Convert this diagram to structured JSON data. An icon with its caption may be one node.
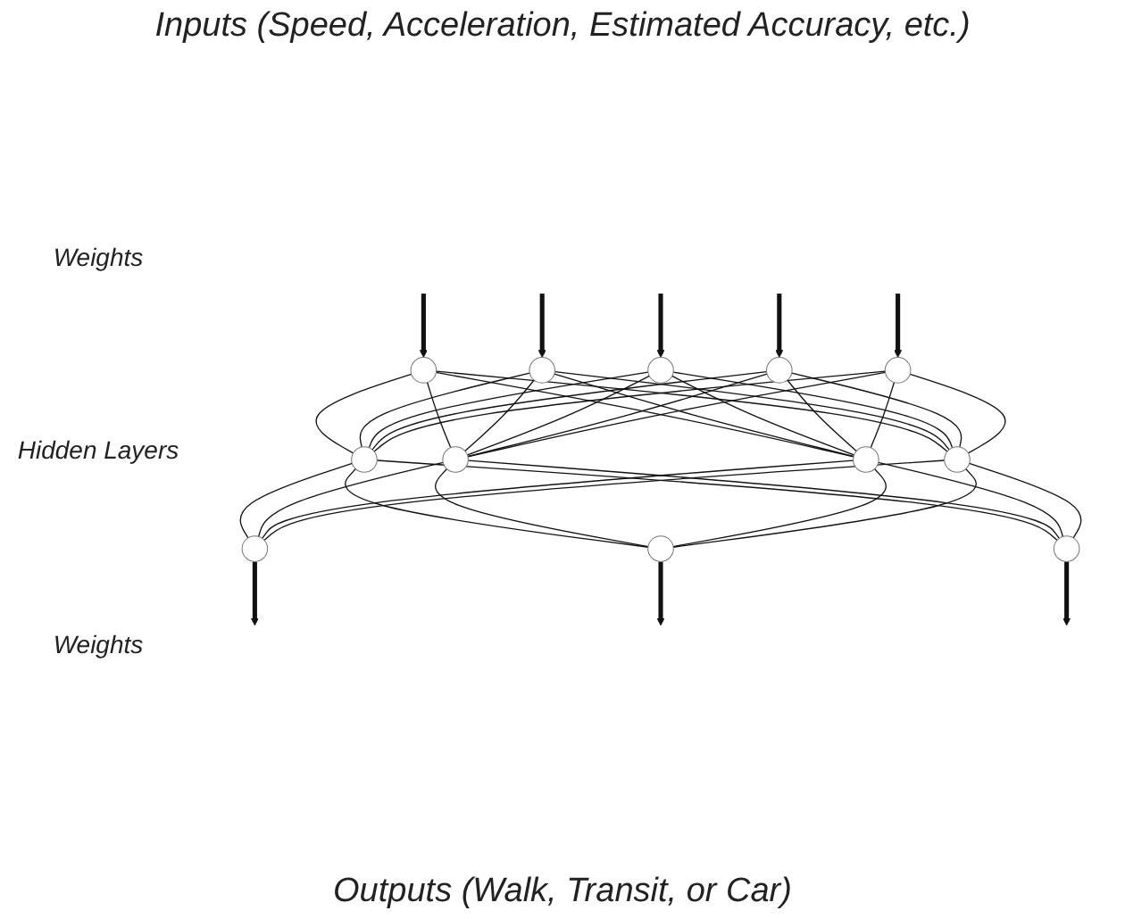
{
  "diagram": {
    "title": "Inputs (Speed, Acceleration, Estimated Accuracy, etc.)",
    "caption": "Outputs (Walk, Transit, or Car)",
    "nodes": [
      {
        "text": [],
        "shape": "circle"
      },
      {
        "text": [],
        "shape": "circle"
      },
      {
        "text": [],
        "shape": "circle"
      },
      {
        "text": [],
        "shape": "circle"
      },
      {
        "text": [],
        "shape": "circle"
      },
      {
        "text": [],
        "shape": "circle"
      },
      {
        "text": [],
        "shape": "circle"
      },
      {
        "text": [],
        "shape": "circle"
      },
      {
        "text": [],
        "shape": "circle"
      },
      {
        "text": [],
        "shape": "circle"
      },
      {
        "text": [],
        "shape": "circle"
      },
      {
        "text": [],
        "shape": "circle"
      }
    ],
    "edges": [
      {
        "from": null,
        "to": 0,
        "arrow": "to",
        "style": "thick"
      },
      {
        "from": null,
        "to": 1,
        "arrow": "to",
        "style": "thick"
      },
      {
        "from": null,
        "to": 2,
        "arrow": "to",
        "style": "thick"
      },
      {
        "from": null,
        "to": 3,
        "arrow": "to",
        "style": "thick"
      },
      {
        "from": null,
        "to": 4,
        "arrow": "to",
        "style": "thick"
      },
      {
        "from": 0,
        "to": 5,
        "arrow": "none"
      },
      {
        "from": 0,
        "to": 6,
        "arrow": "none"
      },
      {
        "from": 0,
        "to": 7,
        "arrow": "none"
      },
      {
        "from": 0,
        "to": 8,
        "arrow": "none"
      },
      {
        "from": 1,
        "to": 5,
        "arrow": "none"
      },
      {
        "from": 1,
        "to": 6,
        "arrow": "none"
      },
      {
        "from": 1,
        "to": 7,
        "arrow": "none"
      },
      {
        "from": 1,
        "to": 8,
        "arrow": "none"
      },
      {
        "from": 2,
        "to": 5,
        "arrow": "none"
      },
      {
        "from": 2,
        "to": 6,
        "arrow": "none"
      },
      {
        "from": 2,
        "to": 7,
        "arrow": "none"
      },
      {
        "from": 2,
        "to": 8,
        "arrow": "none"
      },
      {
        "from": 3,
        "to": 5,
        "arrow": "none"
      },
      {
        "from": 3,
        "to": 6,
        "arrow": "none"
      },
      {
        "from": 3,
        "to": 7,
        "arrow": "none"
      },
      {
        "from": 3,
        "to": 8,
        "arrow": "none"
      },
      {
        "from": 4,
        "to": 5,
        "arrow": "none"
      },
      {
        "from": 4,
        "to": 6,
        "arrow": "none"
      },
      {
        "from": 4,
        "to": 7,
        "arrow": "none"
      },
      {
        "from": 4,
        "to": 8,
        "arrow": "none"
      },
      {
        "from": 5,
        "to": 9,
        "arrow": "none"
      },
      {
        "from": 5,
        "to": 10,
        "arrow": "none"
      },
      {
        "from": 5,
        "to": 11,
        "arrow": "none"
      },
      {
        "from": 6,
        "to": 9,
        "arrow": "none"
      },
      {
        "from": 6,
        "to": 10,
        "arrow": "none"
      },
      {
        "from": 6,
        "to": 11,
        "arrow": "none"
      },
      {
        "from": 7,
        "to": 9,
        "arrow": "none"
      },
      {
        "from": 7,
        "to": 10,
        "arrow": "none"
      },
      {
        "from": 7,
        "to": 11,
        "arrow": "none"
      },
      {
        "from": 8,
        "to": 9,
        "arrow": "none"
      },
      {
        "from": 8,
        "to": 10,
        "arrow": "none"
      },
      {
        "from": 8,
        "to": 11,
        "arrow": "none"
      },
      {
        "from": 9,
        "to": null,
        "arrow": "to",
        "style": "thick"
      },
      {
        "from": 10,
        "to": null,
        "arrow": "to",
        "style": "thick"
      },
      {
        "from": 11,
        "to": null,
        "arrow": "to",
        "style": "thick"
      }
    ],
    "labels": [
      "Weights",
      "Hidden Layers",
      "Weights"
    ]
  }
}
